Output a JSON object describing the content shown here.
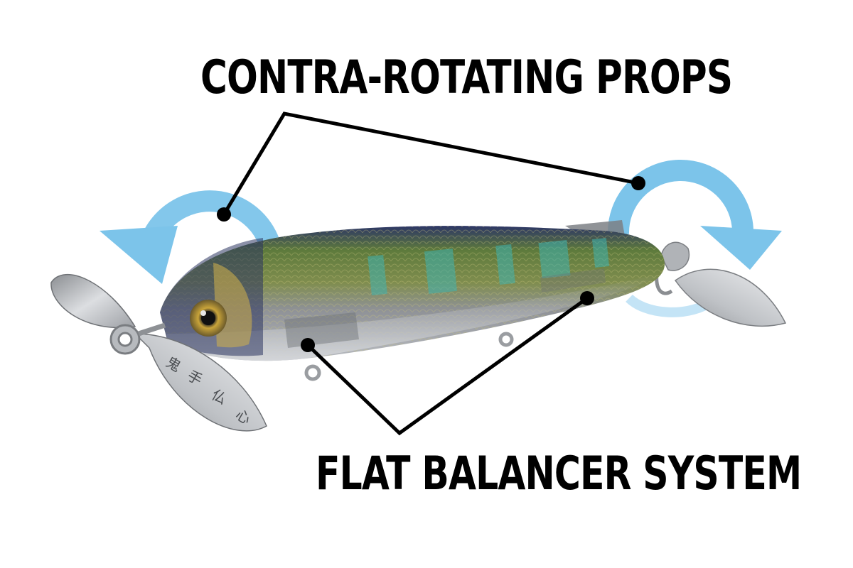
{
  "labels": {
    "top": "CONTRA-ROTATING PROPS",
    "bottom": "FLAT BALANCER SYSTEM"
  },
  "blade_engraving": [
    "鬼",
    "手",
    "仏",
    "心"
  ],
  "colors": {
    "text": "#000000",
    "arrow": "#7cc4ea",
    "leader": "#000000",
    "blade": "#c9ccd0",
    "body": "#8d8f93"
  },
  "icons": {
    "left_arrow": "counter-clockwise-arrow-icon",
    "right_arrow": "clockwise-arrow-icon"
  }
}
